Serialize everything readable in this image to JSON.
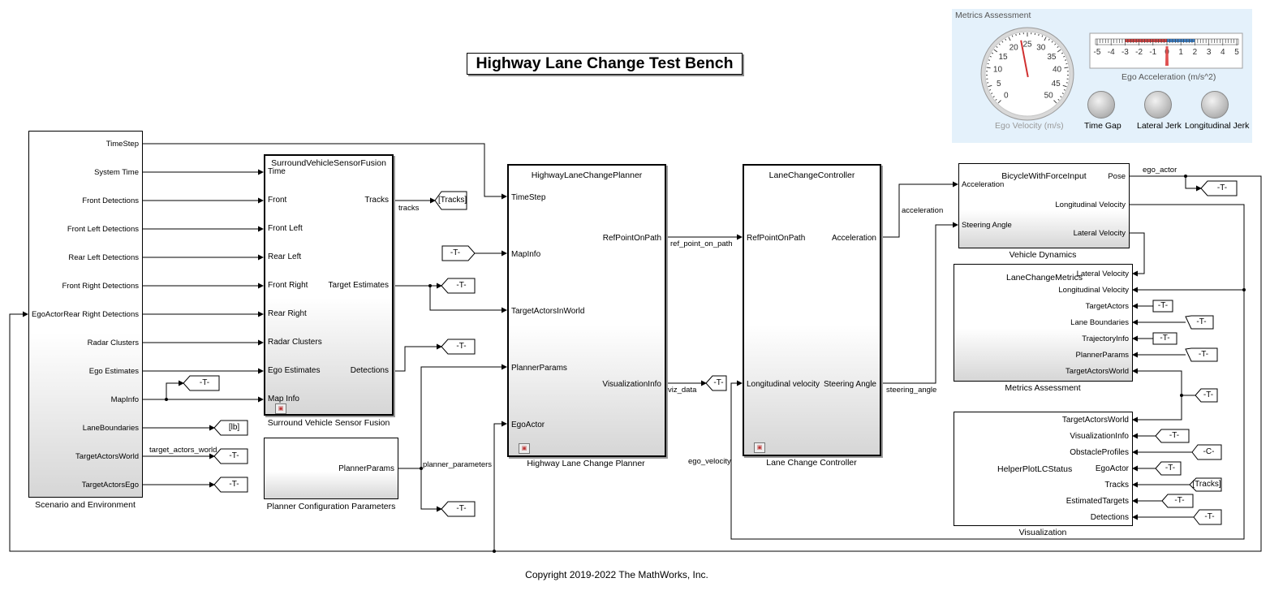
{
  "title": "Highway Lane Change Test Bench",
  "copyright": "Copyright 2019-2022 The MathWorks, Inc.",
  "colors": {
    "dashboard_bg": "#e4f1fb",
    "needle": "#d03030",
    "tick_red": "#c84040",
    "tick_blue": "#3a7bbf"
  },
  "blocks": {
    "scenario": {
      "caption": "Scenario and Environment",
      "inputs": [
        "EgoActor"
      ],
      "outputs": [
        "TimeStep",
        "System Time",
        "Front Detections",
        "Front Left Detections",
        "Rear Left Detections",
        "Front Right Detections",
        "Rear Right Detections",
        "Radar Clusters",
        "Ego Estimates",
        "MapInfo",
        "LaneBoundaries",
        "TargetActorsWorld",
        "TargetActorsEgo"
      ]
    },
    "fusion": {
      "title": "SurroundVehicleSensorFusion",
      "caption": "Surround Vehicle Sensor Fusion",
      "inputs": [
        "Time",
        "Front",
        "Front Left",
        "Rear Left",
        "Front Right",
        "Rear Right",
        "Radar Clusters",
        "Ego Estimates",
        "Map Info"
      ],
      "outputs": [
        "Tracks",
        "Target Estimates",
        "Detections"
      ]
    },
    "plannerConfig": {
      "caption": "Planner Configuration Parameters",
      "outputs": [
        "PlannerParams"
      ]
    },
    "planner": {
      "title": "HighwayLaneChangePlanner",
      "caption": "Highway Lane Change Planner",
      "inputs": [
        "TimeStep",
        "MapInfo",
        "TargetActorsInWorld",
        "PlannerParams",
        "EgoActor"
      ],
      "outputs": [
        "RefPointOnPath",
        "VisualizationInfo"
      ]
    },
    "controller": {
      "title": "LaneChangeController",
      "caption": "Lane Change Controller",
      "inputs": [
        "RefPointOnPath",
        "Longitudinal velocity"
      ],
      "outputs": [
        "Acceleration",
        "Steering Angle"
      ]
    },
    "dynamics": {
      "title": "BicycleWithForceInput",
      "caption": "Vehicle Dynamics",
      "inputs": [
        "Acceleration",
        "Steering Angle"
      ],
      "outputs": [
        "Pose",
        "Longitudinal Velocity",
        "Lateral Velocity"
      ]
    },
    "metrics": {
      "title": "LaneChangeMetrics",
      "caption": "Metrics Assessment",
      "inputs": [
        "Lateral Velocity",
        "Longitudinal Velocity",
        "TargetActors",
        "Lane Boundaries",
        "TrajectoryInfo",
        "PlannerParams",
        "TargetActorsWorld"
      ]
    },
    "visualization": {
      "title": "HelperPlotLCStatus",
      "caption": "Visualization",
      "inputs": [
        "TargetActorsWorld",
        "VisualizationInfo",
        "ObstacleProfiles",
        "EgoActor",
        "Tracks",
        "EstimatedTargets",
        "Detections"
      ]
    }
  },
  "tags": {
    "tracks_goto": "[Tracks]",
    "tracks_from": "[Tracks]",
    "lb": "[lb]",
    "T": "-T-",
    "C": "-C-"
  },
  "wire_labels": {
    "tracks": "tracks",
    "target_actors_world": "target_actors_world",
    "planner_parameters": "planner_parameters",
    "ref_point_on_path": "ref_point_on_path",
    "viz_data": "viz_data",
    "ego_velocity": "ego_velocity",
    "acceleration": "acceleration",
    "steering_angle": "steering_angle",
    "ego_actor": "ego_actor"
  },
  "dashboard": {
    "title": "Metrics Assessment",
    "velocity_gauge": {
      "label": "Ego Velocity (m/s)",
      "min": 0,
      "max": 50,
      "ticks": [
        "0",
        "5",
        "10",
        "15",
        "20",
        "25",
        "30",
        "35",
        "40",
        "45",
        "50"
      ],
      "value": 23
    },
    "accel_gauge": {
      "label": "Ego Acceleration (m/s^2)",
      "min": -5,
      "max": 5,
      "ticks": [
        "-5",
        "-4",
        "-3",
        "-2",
        "-1",
        "0",
        "1",
        "2",
        "3",
        "4",
        "5"
      ],
      "value": 0
    },
    "lamps": [
      "Time Gap",
      "Lateral Jerk",
      "Longitudinal Jerk"
    ]
  }
}
